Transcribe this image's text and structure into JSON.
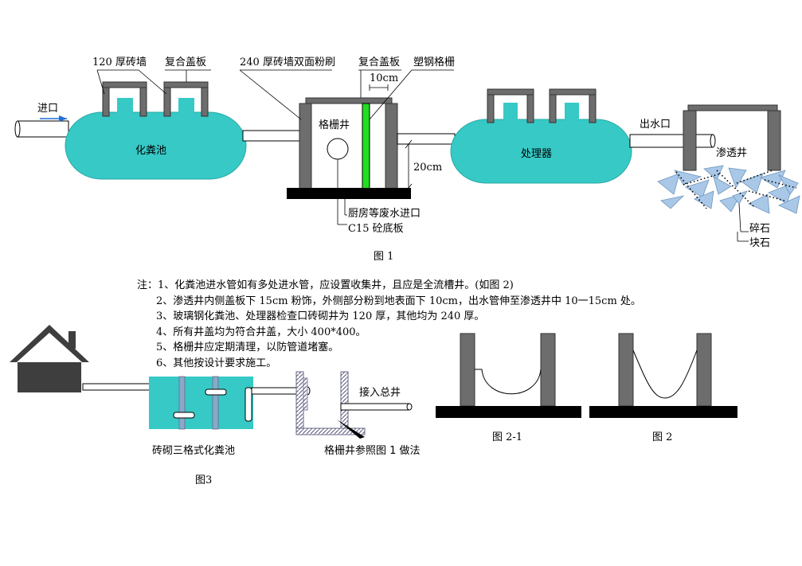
{
  "figure1": {
    "labels": {
      "inlet": "进口",
      "brick_wall_120": "120 厚砖墙",
      "composite_cover_1": "复合盖板",
      "brick_wall_240": "240 厚砖墙双面粉刷",
      "composite_cover_2": "复合盖板",
      "plastic_steel_grille": "塑钢格栅",
      "dim_10cm": "10cm",
      "septic_tank": "化粪池",
      "grille_well": "格栅井",
      "dim_20cm": "20cm",
      "processor": "处理器",
      "outlet": "出水口",
      "seepage_well": "渗透井",
      "kitchen_inlet": "厨房等废水进口",
      "c15_slab": "C15 砼底板",
      "crushed_stone": "碎石",
      "block_stone": "块石"
    },
    "caption": "图 1"
  },
  "notes": {
    "prefix": "注：",
    "items": [
      "1、化粪池进水管如有多处进水管，应设置收集井，且应是全流槽井。(如图 2)",
      "2、渗透井内侧盖板下 15cm 粉饰，外侧部分粉到地表面下 10cm，出水管伸至渗透井中 10一15cm 处。",
      "3、玻璃钢化粪池、处理器检查口砖砌井为 120 厚，其他均为 240 厚。",
      "4、所有井盖均为符合井盖，大小 400*400。",
      "5、格栅井应定期清理，以防管道堵塞。",
      "6、其他按设计要求施工。"
    ]
  },
  "figure3": {
    "connect_main_well": "接入总井",
    "brick_septic_label": "砖砌三格式化粪池",
    "grille_ref_label": "格栅井参照图 1 做法",
    "caption": "图3"
  },
  "figure2": {
    "caption_2_1": "图 2-1",
    "caption_2": "图  2"
  },
  "colors": {
    "tank": "#36C9C6",
    "wall": "#6D6D6D",
    "arrow": "#1E6FD9",
    "grille": "#22DD22",
    "stone": "#A9C8E8"
  }
}
